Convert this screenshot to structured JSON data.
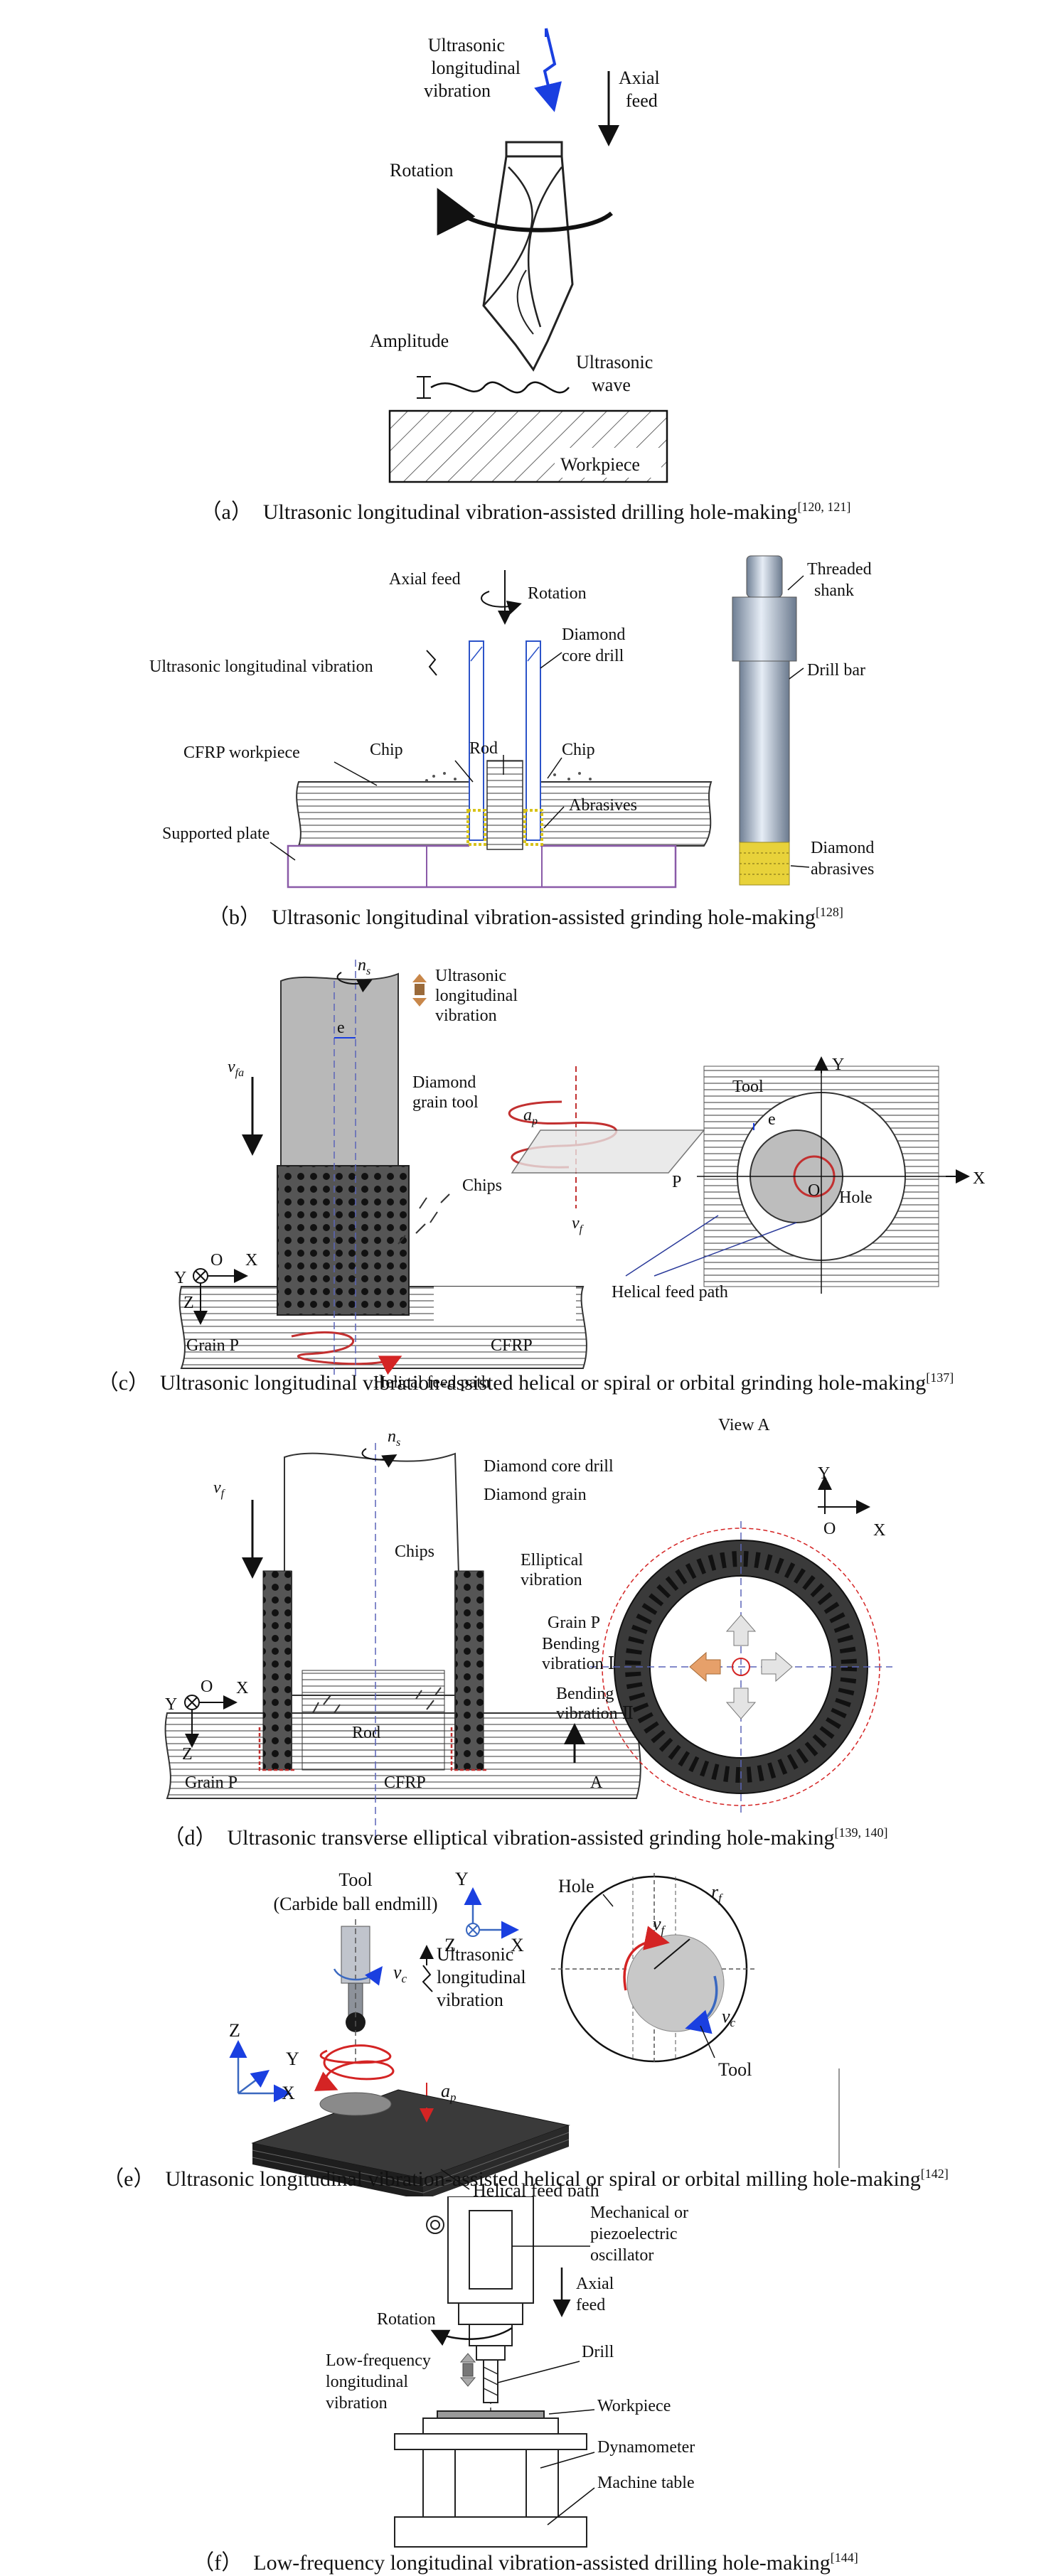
{
  "panels": {
    "a": {
      "caption": {
        "tag": "（a）",
        "text": "Ultrasonic longitudinal vibration-assisted drilling hole-making",
        "ref": "[120, 121]"
      },
      "labels": {
        "ultrasonic": [
          "Ultrasonic",
          "longitudinal",
          "vibration"
        ],
        "axial": [
          "Axial",
          "feed"
        ],
        "rotation": "Rotation",
        "amplitude": "Amplitude",
        "wave": [
          "Ultrasonic",
          "wave"
        ],
        "workpiece": "Workpiece"
      }
    },
    "b": {
      "caption": {
        "tag": "（b）",
        "text": "Ultrasonic longitudinal vibration-assisted grinding hole-making",
        "ref": "[128]"
      },
      "labels": {
        "axial": "Axial feed",
        "rotation": "Rotation",
        "ultrasonic": "Ultrasonic longitudinal vibration",
        "diamond_core": [
          "Diamond",
          "core drill"
        ],
        "cfrp": "CFRP workpiece",
        "chip_left": "Chip",
        "rod": "Rod",
        "chip_right": "Chip",
        "abrasives": "Abrasives",
        "supported": "Supported plate",
        "threaded": [
          "Threaded",
          "shank"
        ],
        "drill_bar": "Drill bar",
        "diamond_abr": [
          "Diamond",
          "abrasives"
        ]
      }
    },
    "c": {
      "caption": {
        "tag": "（c）",
        "text": "Ultrasonic longitudinal vibration-assisted helical or spiral or orbital grinding hole-making",
        "ref": "[137]"
      },
      "labels": {
        "ns": "n",
        "ns_sub": "s",
        "ultrasonic": [
          "Ultrasonic",
          "longitudinal",
          "vibration"
        ],
        "e": "e",
        "vfa": "v",
        "vfa_sub": "fa",
        "diamond_grain": [
          "Diamond",
          "grain tool"
        ],
        "chips": "Chips",
        "y": "Y",
        "o": "O",
        "x": "X",
        "z": "Z",
        "grain": "Grain P",
        "cfrp": "CFRP",
        "helical": "Helical feed path",
        "ap": "a",
        "ap_sub": "p",
        "vf": "v",
        "vf_sub": "f",
        "tool": "Tool",
        "y2": "Y",
        "e2": "e",
        "p": "P",
        "o2": "O",
        "hole": "Hole",
        "x2": "X",
        "helical2": "Helical feed path"
      }
    },
    "d": {
      "caption": {
        "tag": "（d）",
        "text": "Ultrasonic transverse elliptical vibration-assisted grinding hole-making",
        "ref": "[139, 140]"
      },
      "labels": {
        "ns": "n",
        "ns_sub": "s",
        "vf": "v",
        "vf_sub": "f",
        "diamond_core": "Diamond core drill",
        "diamond_grain": "Diamond grain",
        "chips": "Chips",
        "y": "Y",
        "o": "O",
        "x": "X",
        "z": "Z",
        "rod": "Rod",
        "grain": "Grain P",
        "cfrp": "CFRP",
        "a": "A",
        "view": "View A",
        "y2": "Y",
        "o2": "O",
        "x2": "X",
        "elliptical": [
          "Elliptical",
          "vibration"
        ],
        "grain2": "Grain P",
        "bending1": [
          "Bending",
          "vibration Ⅰ"
        ],
        "bending2": [
          "Bending",
          "vibration Ⅱ"
        ]
      }
    },
    "e": {
      "caption": {
        "tag": "（e）",
        "text": "Ultrasonic longitudinal vibration-assisted helical or spiral or orbital milling hole-making",
        "ref": "[142]"
      },
      "labels": {
        "tool": [
          "Tool",
          "(Carbide ball endmill)"
        ],
        "vc": "v",
        "vc_sub": "c",
        "ultrasonic": [
          "Ultrasonic",
          "longitudinal",
          "vibration"
        ],
        "z": "Z",
        "y": "Y",
        "x": "X",
        "ap": "a",
        "ap_sub": "p",
        "helical": "Helical feed path",
        "y2": "Y",
        "z2": "Z",
        "x2": "X",
        "hole": "Hole",
        "vf": "v",
        "vf_sub": "f",
        "rf": "r",
        "rf_sub": "f",
        "vc2": "v",
        "vc2_sub": "c",
        "tool2": "Tool"
      }
    },
    "f": {
      "caption": {
        "tag": "（f）",
        "text": "Low-frequency longitudinal vibration-assisted drilling hole-making",
        "ref": "[144]"
      },
      "labels": {
        "oscillator": [
          "Mechanical or",
          "piezoelectric",
          "oscillator"
        ],
        "rotation": "Rotation",
        "axial": [
          "Axial",
          "feed"
        ],
        "low": [
          "Low-frequency",
          "longitudinal",
          "vibration"
        ],
        "drill": "Drill",
        "workpiece": "Workpiece",
        "dynamometer": "Dynamometer",
        "machine": "Machine table"
      }
    }
  }
}
